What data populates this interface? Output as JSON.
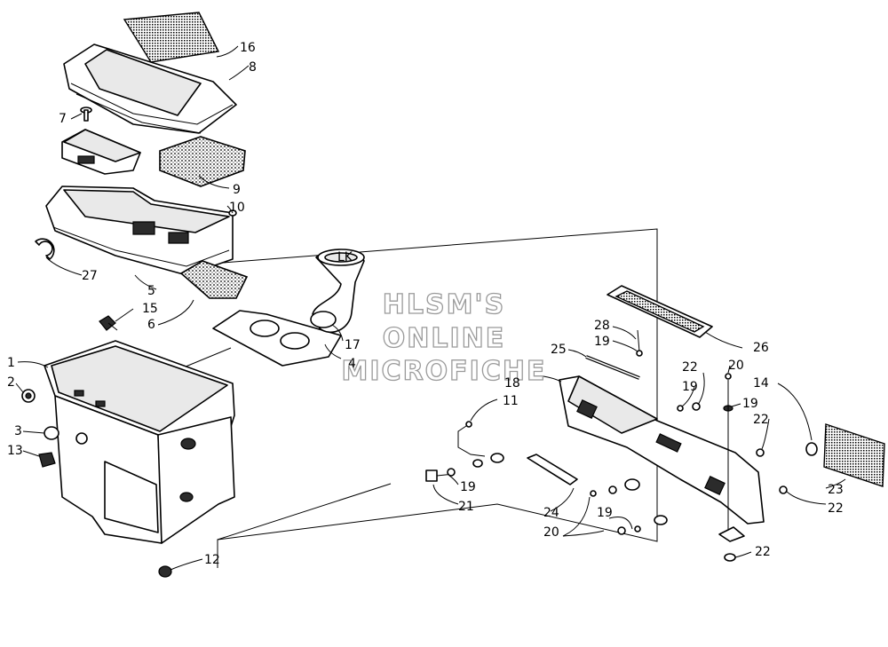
{
  "watermark": {
    "line1": "HLSM'S",
    "line2": "ONLINE",
    "line3": "MICROFICHE"
  },
  "callouts": {
    "c1": "1",
    "c2": "2",
    "c3": "3",
    "c4": "4",
    "c5": "5",
    "c6": "6",
    "c7": "7",
    "c8": "8",
    "c9": "9",
    "c10": "10",
    "c11": "11",
    "c12": "12",
    "c13": "13",
    "c14": "14",
    "c15": "15",
    "c16": "16",
    "c17": "17",
    "c18": "18",
    "c19a": "19",
    "c19b": "19",
    "c19c": "19",
    "c19d": "19",
    "c19e": "19",
    "c20a": "20",
    "c20b": "20",
    "c21": "21",
    "c22a": "22",
    "c22b": "22",
    "c22c": "22",
    "c22d": "22",
    "c23": "23",
    "c24": "24",
    "c25": "25",
    "c26": "26",
    "c27": "27",
    "c28": "28"
  },
  "labels": {
    "intake_tube_mark": "LK"
  }
}
